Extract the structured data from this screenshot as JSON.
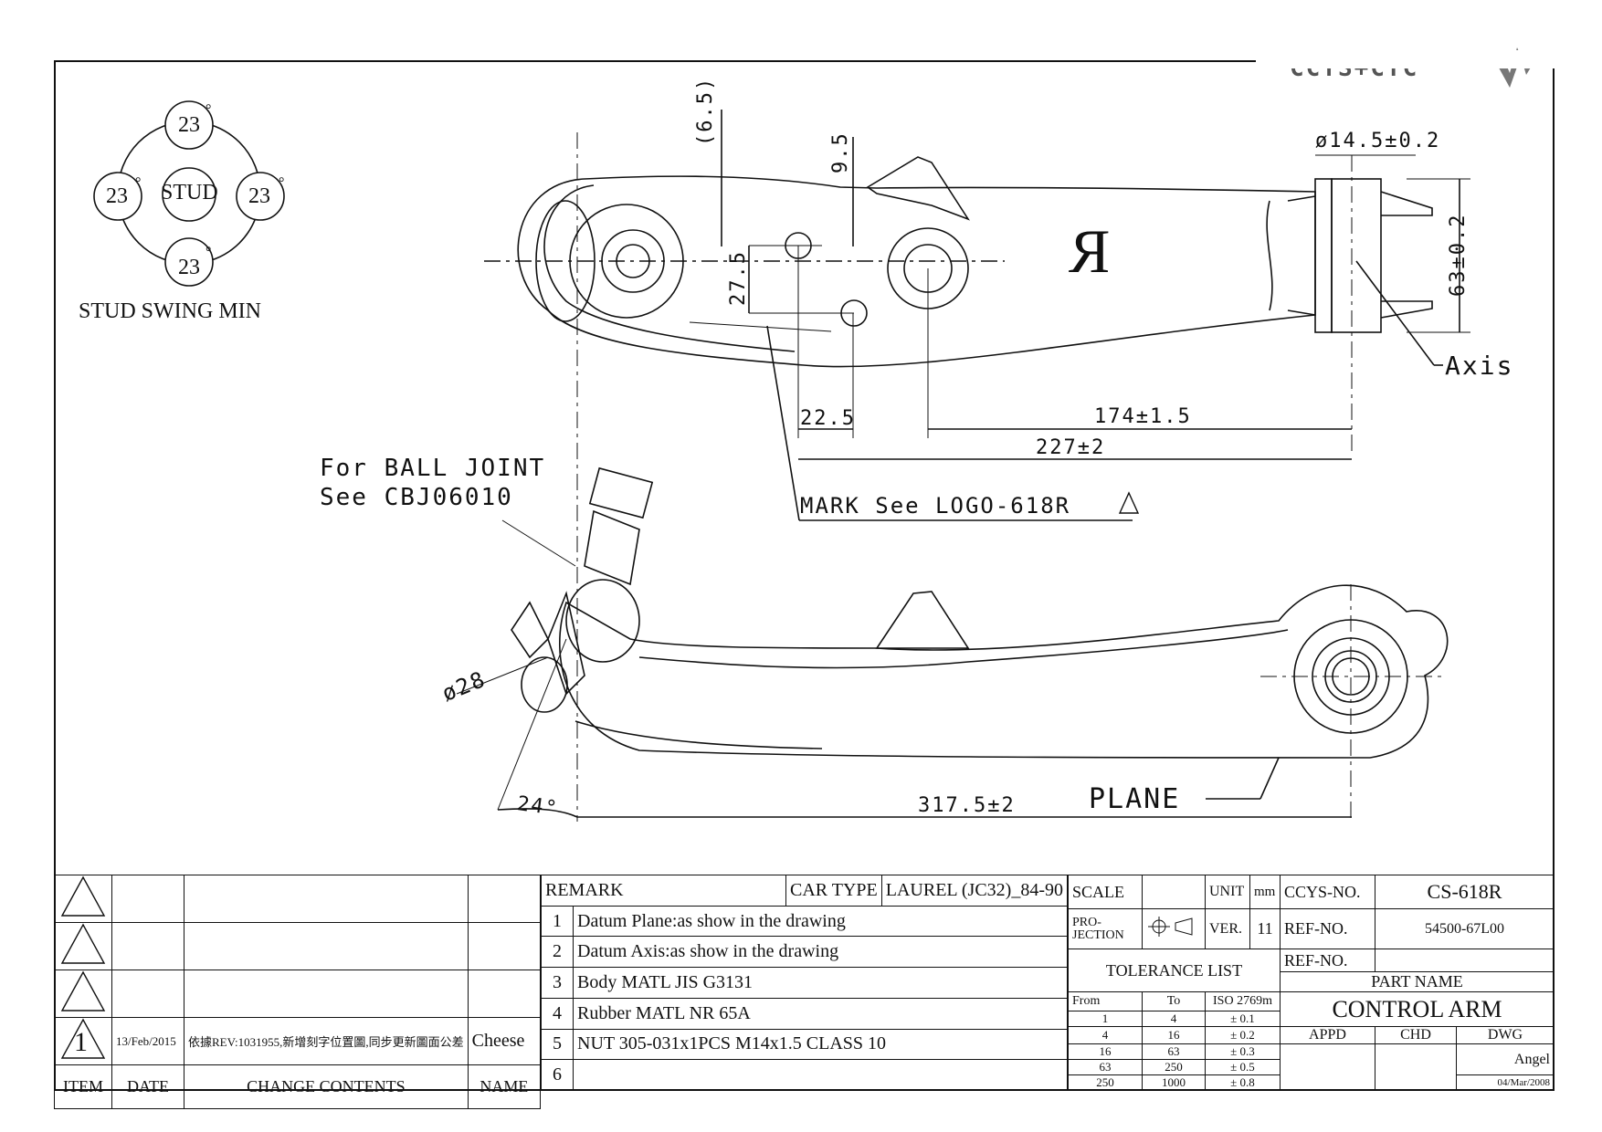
{
  "logo": {
    "text": "CCYS+CTC"
  },
  "stud_swing": {
    "label": "STUD SWING MIN",
    "center": "STUD",
    "top": "23",
    "left": "23",
    "right": "23",
    "bottom": "23",
    "deg": "°"
  },
  "dims": {
    "d65": "(6.5)",
    "d95": "9.5",
    "d275": "27.5",
    "d225": "22.5",
    "d174": "174±1.5",
    "d227": "227±2",
    "d145": "ø14.5±0.2",
    "d63": "63±0.2",
    "d28": "ø28",
    "d24": "24°",
    "d3175": "317.5±2"
  },
  "notes": {
    "r_mark": "R",
    "axis": "Axis",
    "plane": "PLANE",
    "ball_joint_1": "For BALL JOINT",
    "ball_joint_2": "See CBJ06010",
    "mark": "MARK See LOGO-618R"
  },
  "revision": {
    "headers": {
      "item": "ITEM",
      "date": "DATE",
      "change": "CHANGE CONTENTS",
      "name": "NAME"
    },
    "rows": [
      {
        "item": "",
        "date": "",
        "change": "",
        "name": ""
      },
      {
        "item": "",
        "date": "",
        "change": "",
        "name": ""
      },
      {
        "item": "",
        "date": "",
        "change": "",
        "name": ""
      },
      {
        "item": "1",
        "date": "13/Feb/2015",
        "change": "依據REV:1031955,新增刻字位置圖,同步更新圖面公差",
        "name": "Cheese"
      }
    ]
  },
  "remarks": {
    "header": "REMARK",
    "car_type_label": "CAR TYPE",
    "car_type": "LAUREL (JC32)_84-90",
    "items": [
      {
        "no": "1",
        "text": "Datum Plane:as show in the drawing"
      },
      {
        "no": "2",
        "text": "Datum Axis:as show in the drawing"
      },
      {
        "no": "3",
        "text": "Body MATL JIS G3131"
      },
      {
        "no": "4",
        "text": "Rubber MATL NR 65A"
      },
      {
        "no": "5",
        "text": "NUT 305-031x1PCS M14x1.5 CLASS 10"
      },
      {
        "no": "6",
        "text": ""
      }
    ]
  },
  "titleblock": {
    "scale_label": "SCALE",
    "unit_label": "UNIT",
    "unit": "mm",
    "projection_label": "PRO-\nJECTION",
    "ver_label": "VER.",
    "ver": "11",
    "tolerance_label": "TOLERANCE LIST",
    "tol_headers": {
      "from": "From",
      "to": "To",
      "iso": "ISO 2769m"
    },
    "tolerances": [
      {
        "from": "1",
        "to": "4",
        "tol": "± 0.1"
      },
      {
        "from": "4",
        "to": "16",
        "tol": "± 0.2"
      },
      {
        "from": "16",
        "to": "63",
        "tol": "± 0.3"
      },
      {
        "from": "63",
        "to": "250",
        "tol": "± 0.5"
      },
      {
        "from": "250",
        "to": "1000",
        "tol": "± 0.8"
      }
    ],
    "ccys_label": "CCYS-NO.",
    "ccys_no": "CS-618R",
    "ref_label": "REF-NO.",
    "ref_no": "54500-67L00",
    "ref_label2": "REF-NO.",
    "ref_no2": "",
    "part_name_label": "PART NAME",
    "part_name": "CONTROL ARM",
    "appd": "APPD",
    "chd": "CHD",
    "dwg": "DWG",
    "drawn_by": "Angel",
    "drawn_date": "04/Mar/2008"
  }
}
